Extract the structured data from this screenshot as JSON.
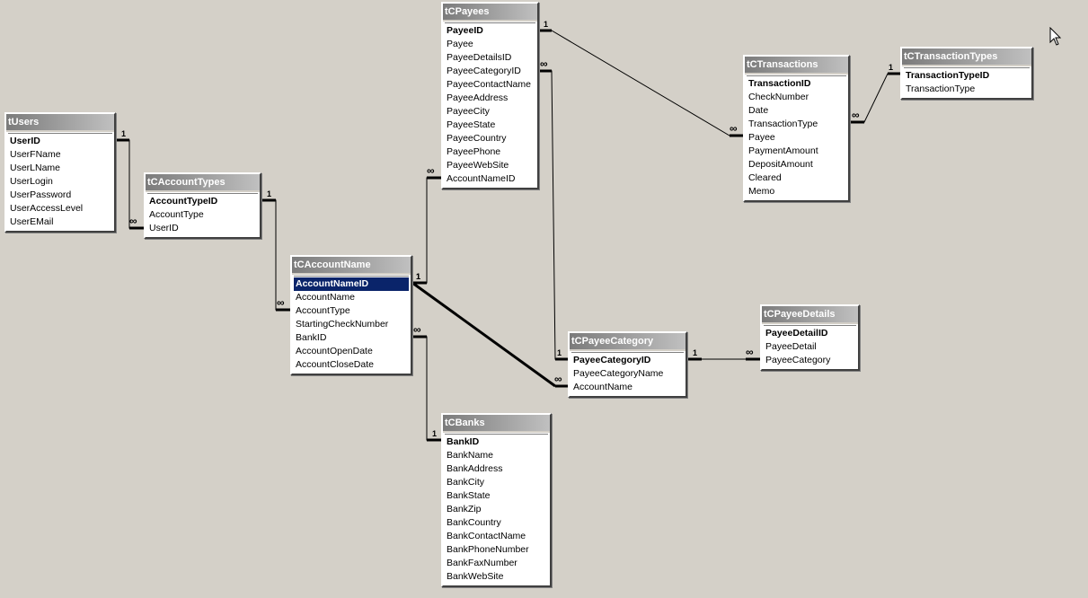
{
  "diagram": {
    "tables": [
      {
        "id": "tUsers",
        "title": "tUsers",
        "fields": [
          {
            "label": "UserID",
            "pk": true
          },
          {
            "label": "UserFName"
          },
          {
            "label": "UserLName"
          },
          {
            "label": "UserLogin"
          },
          {
            "label": "UserPassword"
          },
          {
            "label": "UserAccessLevel"
          },
          {
            "label": "UserEMail"
          }
        ]
      },
      {
        "id": "tCAccountTypes",
        "title": "tCAccountTypes",
        "fields": [
          {
            "label": "AccountTypeID",
            "pk": true
          },
          {
            "label": "AccountType"
          },
          {
            "label": "UserID"
          }
        ]
      },
      {
        "id": "tCAccountName",
        "title": "tCAccountName",
        "fields": [
          {
            "label": "AccountNameID",
            "pk": true,
            "selected": true
          },
          {
            "label": "AccountName"
          },
          {
            "label": "AccountType"
          },
          {
            "label": "StartingCheckNumber"
          },
          {
            "label": "BankID"
          },
          {
            "label": "AccountOpenDate"
          },
          {
            "label": "AccountCloseDate"
          }
        ]
      },
      {
        "id": "tCPayees",
        "title": "tCPayees",
        "fields": [
          {
            "label": "PayeeID",
            "pk": true
          },
          {
            "label": "Payee"
          },
          {
            "label": "PayeeDetailsID"
          },
          {
            "label": "PayeeCategoryID"
          },
          {
            "label": "PayeeContactName"
          },
          {
            "label": "PayeeAddress"
          },
          {
            "label": "PayeeCity"
          },
          {
            "label": "PayeeState"
          },
          {
            "label": "PayeeCountry"
          },
          {
            "label": "PayeePhone"
          },
          {
            "label": "PayeeWebSite"
          },
          {
            "label": "AccountNameID"
          }
        ]
      },
      {
        "id": "tCBanks",
        "title": "tCBanks",
        "fields": [
          {
            "label": "BankID",
            "pk": true
          },
          {
            "label": "BankName"
          },
          {
            "label": "BankAddress"
          },
          {
            "label": "BankCity"
          },
          {
            "label": "BankState"
          },
          {
            "label": "BankZip"
          },
          {
            "label": "BankCountry"
          },
          {
            "label": "BankContactName"
          },
          {
            "label": "BankPhoneNumber"
          },
          {
            "label": "BankFaxNumber"
          },
          {
            "label": "BankWebSite"
          }
        ]
      },
      {
        "id": "tCTransactions",
        "title": "tCTransactions",
        "fields": [
          {
            "label": "TransactionID",
            "pk": true
          },
          {
            "label": "CheckNumber"
          },
          {
            "label": "Date"
          },
          {
            "label": "TransactionType"
          },
          {
            "label": "Payee"
          },
          {
            "label": "PaymentAmount"
          },
          {
            "label": "DepositAmount"
          },
          {
            "label": "Cleared"
          },
          {
            "label": "Memo"
          }
        ]
      },
      {
        "id": "tCTransactionTypes",
        "title": "tCTransactionTypes",
        "fields": [
          {
            "label": "TransactionTypeID",
            "pk": true
          },
          {
            "label": "TransactionType"
          }
        ]
      },
      {
        "id": "tCPayeeCategory",
        "title": "tCPayeeCategory",
        "fields": [
          {
            "label": "PayeeCategoryID",
            "pk": true
          },
          {
            "label": "PayeeCategoryName"
          },
          {
            "label": "AccountName"
          }
        ]
      },
      {
        "id": "tCPayeeDetails",
        "title": "tCPayeeDetails",
        "fields": [
          {
            "label": "PayeeDetailID",
            "pk": true
          },
          {
            "label": "PayeeDetail"
          },
          {
            "label": "PayeeCategory"
          }
        ]
      }
    ],
    "relationships": [
      {
        "from": "tUsers.UserID",
        "to": "tCAccountTypes.UserID",
        "one": "1",
        "many": "∞"
      },
      {
        "from": "tCAccountTypes.AccountTypeID",
        "to": "tCAccountName.AccountType",
        "one": "1",
        "many": "∞"
      },
      {
        "from": "tCAccountName.AccountNameID",
        "to": "tCPayees.AccountNameID",
        "one": "1",
        "many": "∞"
      },
      {
        "from": "tCAccountName.AccountNameID",
        "to": "tCPayeeCategory.AccountName",
        "one": "1",
        "many": "∞"
      },
      {
        "from": "tCBanks.BankID",
        "to": "tCAccountName.BankID",
        "one": "1",
        "many": "∞"
      },
      {
        "from": "tCPayees.PayeeID",
        "to": "tCTransactions.Payee",
        "one": "1",
        "many": "∞"
      },
      {
        "from": "tCPayeeCategory.PayeeCategoryID",
        "to": "tCPayees.PayeeCategoryID",
        "one": "1",
        "many": "∞"
      },
      {
        "from": "tCTransactionTypes.TransactionTypeID",
        "to": "tCTransactions.TransactionType",
        "one": "1",
        "many": "∞"
      },
      {
        "from": "tCPayeeCategory.PayeeCategoryID",
        "to": "tCPayeeDetails.PayeeCategory",
        "one": "1",
        "many": "∞"
      }
    ]
  },
  "colors": {
    "background": "#d4d0c8",
    "title_bar": "#7b7b7b",
    "selection": "#0a246a"
  }
}
